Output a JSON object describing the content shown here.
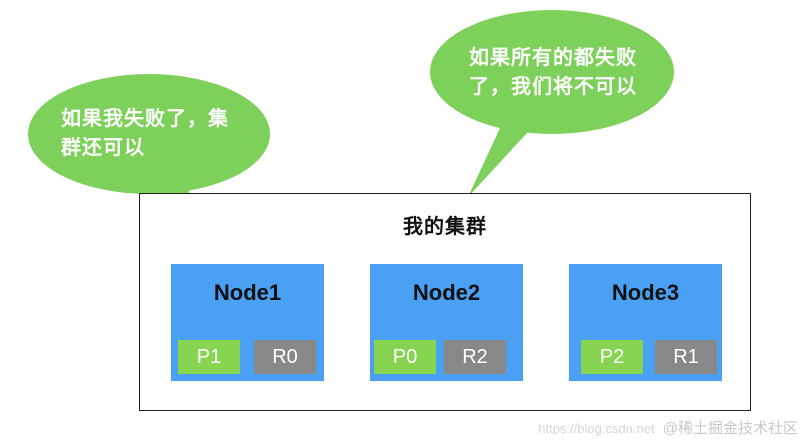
{
  "colors": {
    "bubble": "#7dd05a",
    "node": "#4aa0f2",
    "primary_shard": "#86d44f",
    "replica_shard": "#888888",
    "border": "#222222"
  },
  "bubbles": [
    {
      "line1": "如果我失败了，集",
      "line2": "群还可以"
    },
    {
      "line1": "如果所有的都失败",
      "line2": "了，我们将不可以"
    }
  ],
  "cluster": {
    "title": "我的集群",
    "nodes": [
      {
        "name": "Node1",
        "shards": [
          {
            "label": "P1",
            "kind": "primary"
          },
          {
            "label": "R0",
            "kind": "replica"
          }
        ]
      },
      {
        "name": "Node2",
        "shards": [
          {
            "label": "P0",
            "kind": "primary"
          },
          {
            "label": "R2",
            "kind": "replica"
          }
        ]
      },
      {
        "name": "Node3",
        "shards": [
          {
            "label": "P2",
            "kind": "primary"
          },
          {
            "label": "R1",
            "kind": "replica"
          }
        ]
      }
    ]
  },
  "watermark": {
    "blog_text": "https://blog.csdn.net",
    "site_text": "@稀土掘金技术社区"
  }
}
